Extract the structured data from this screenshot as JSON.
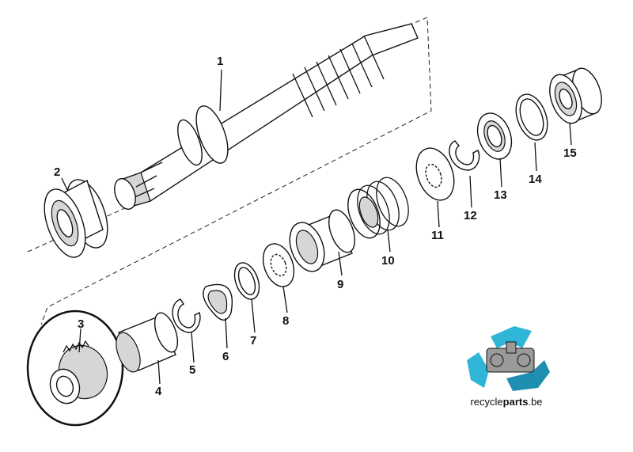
{
  "parts": [
    {
      "id": "1",
      "label": "1"
    },
    {
      "id": "2",
      "label": "2"
    },
    {
      "id": "3",
      "label": "3"
    },
    {
      "id": "4",
      "label": "4"
    },
    {
      "id": "5",
      "label": "5"
    },
    {
      "id": "6",
      "label": "6"
    },
    {
      "id": "7",
      "label": "7"
    },
    {
      "id": "8",
      "label": "8"
    },
    {
      "id": "9",
      "label": "9"
    },
    {
      "id": "10",
      "label": "10"
    },
    {
      "id": "11",
      "label": "11"
    },
    {
      "id": "12",
      "label": "12"
    },
    {
      "id": "13",
      "label": "13"
    },
    {
      "id": "14",
      "label": "14"
    },
    {
      "id": "15",
      "label": "15"
    }
  ],
  "watermark": {
    "prefix": "recycle",
    "bold": "parts",
    "suffix": ".be"
  },
  "colors": {
    "line": "#111111",
    "logo_cyan": "#2fb6d6",
    "logo_cyan_dark": "#1e8fb0"
  },
  "highlight": {
    "part": "3",
    "shape": "ellipse"
  }
}
